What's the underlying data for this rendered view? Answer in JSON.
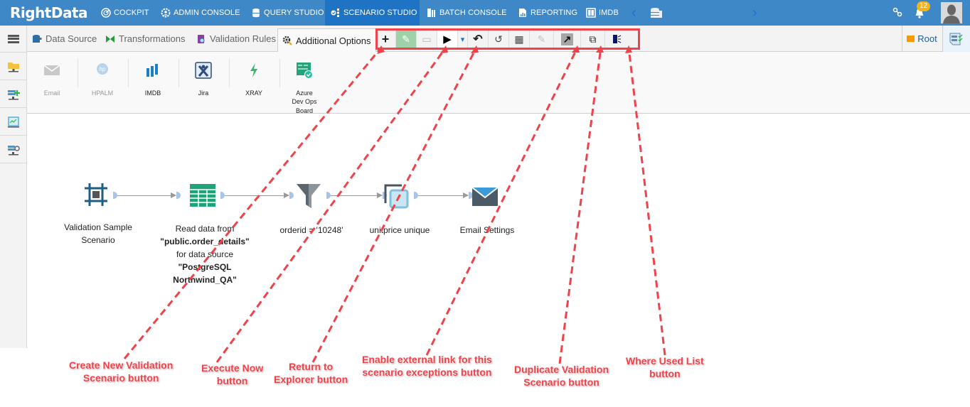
{
  "app": {
    "logo": "RightData"
  },
  "topnav": {
    "items": [
      {
        "label": "COCKPIT",
        "icon": "cockpit-icon"
      },
      {
        "label": "ADMIN CONSOLE",
        "icon": "gear-user-icon"
      },
      {
        "label": "QUERY STUDIO",
        "icon": "database-icon"
      },
      {
        "label": "SCENARIO STUDIO",
        "icon": "scenario-icon",
        "active": true
      },
      {
        "label": "BATCH CONSOLE",
        "icon": "batch-icon"
      },
      {
        "label": "REPORTING",
        "icon": "report-icon"
      },
      {
        "label": "IMDB",
        "icon": "imdb-icon"
      }
    ],
    "notifications_count": "12",
    "prev_arrow": "‹",
    "next_arrow": "›"
  },
  "tabs": [
    {
      "label": "Data Source"
    },
    {
      "label": "Transformations"
    },
    {
      "label": "Validation Rules"
    },
    {
      "label": "Additional Options",
      "active": true
    }
  ],
  "toolbar": {
    "buttons": [
      {
        "name": "create-new-validation-scenario",
        "glyph": "+"
      },
      {
        "name": "edit",
        "glyph": "✎"
      },
      {
        "name": "monitor",
        "glyph": "▭"
      },
      {
        "name": "execute-now",
        "glyph": "▶"
      },
      {
        "name": "execute-dropdown",
        "glyph": "▾"
      },
      {
        "name": "return-to-explorer",
        "glyph": "↶"
      },
      {
        "name": "history",
        "glyph": "↺"
      },
      {
        "name": "server",
        "glyph": "▦"
      },
      {
        "name": "edit-disabled",
        "glyph": "✎"
      },
      {
        "name": "external-link",
        "glyph": "↗"
      },
      {
        "name": "duplicate-validation-scenario",
        "glyph": "⧉"
      },
      {
        "name": "where-used-list",
        "glyph": "⫶"
      }
    ]
  },
  "right_header": {
    "root_label": "Root"
  },
  "integrations": [
    {
      "label": "Email",
      "disabled": true
    },
    {
      "label": "HPALM",
      "disabled": true
    },
    {
      "label": "IMDB"
    },
    {
      "label": "Jira"
    },
    {
      "label": "XRAY"
    },
    {
      "label": "Azure\nDev Ops\nBoard",
      "lines": [
        "Azure",
        "Dev Ops",
        "Board"
      ]
    }
  ],
  "flow": {
    "nodes": [
      {
        "id": "scenario",
        "lines": [
          "Validation Sample",
          "Scenario"
        ]
      },
      {
        "id": "read",
        "line1": "Read data from",
        "line2": "\"public.order_details\"",
        "line3": "for data source",
        "line4": "\"PostgreSQL",
        "line5": "Northwind_QA\""
      },
      {
        "id": "filter",
        "label": "orderid = '10248'"
      },
      {
        "id": "unique",
        "label": "unitprice unique"
      },
      {
        "id": "email",
        "label": "Email Settings"
      }
    ]
  },
  "annotations": [
    {
      "lines": [
        "Create New Validation",
        "Scenario button"
      ]
    },
    {
      "lines": [
        "Execute Now",
        "button"
      ]
    },
    {
      "lines": [
        "Return to",
        "Explorer button"
      ]
    },
    {
      "lines": [
        "Enable external link for this",
        "scenario exceptions button"
      ]
    },
    {
      "lines": [
        "Duplicate Validation",
        "Scenario button"
      ]
    },
    {
      "lines": [
        "Where Used List",
        "button"
      ]
    }
  ],
  "colors": {
    "nav_bg": "#3f88c8",
    "nav_active": "#1e73c4",
    "annotation_red": "#f0424a",
    "root_folder": "#f59a00"
  }
}
